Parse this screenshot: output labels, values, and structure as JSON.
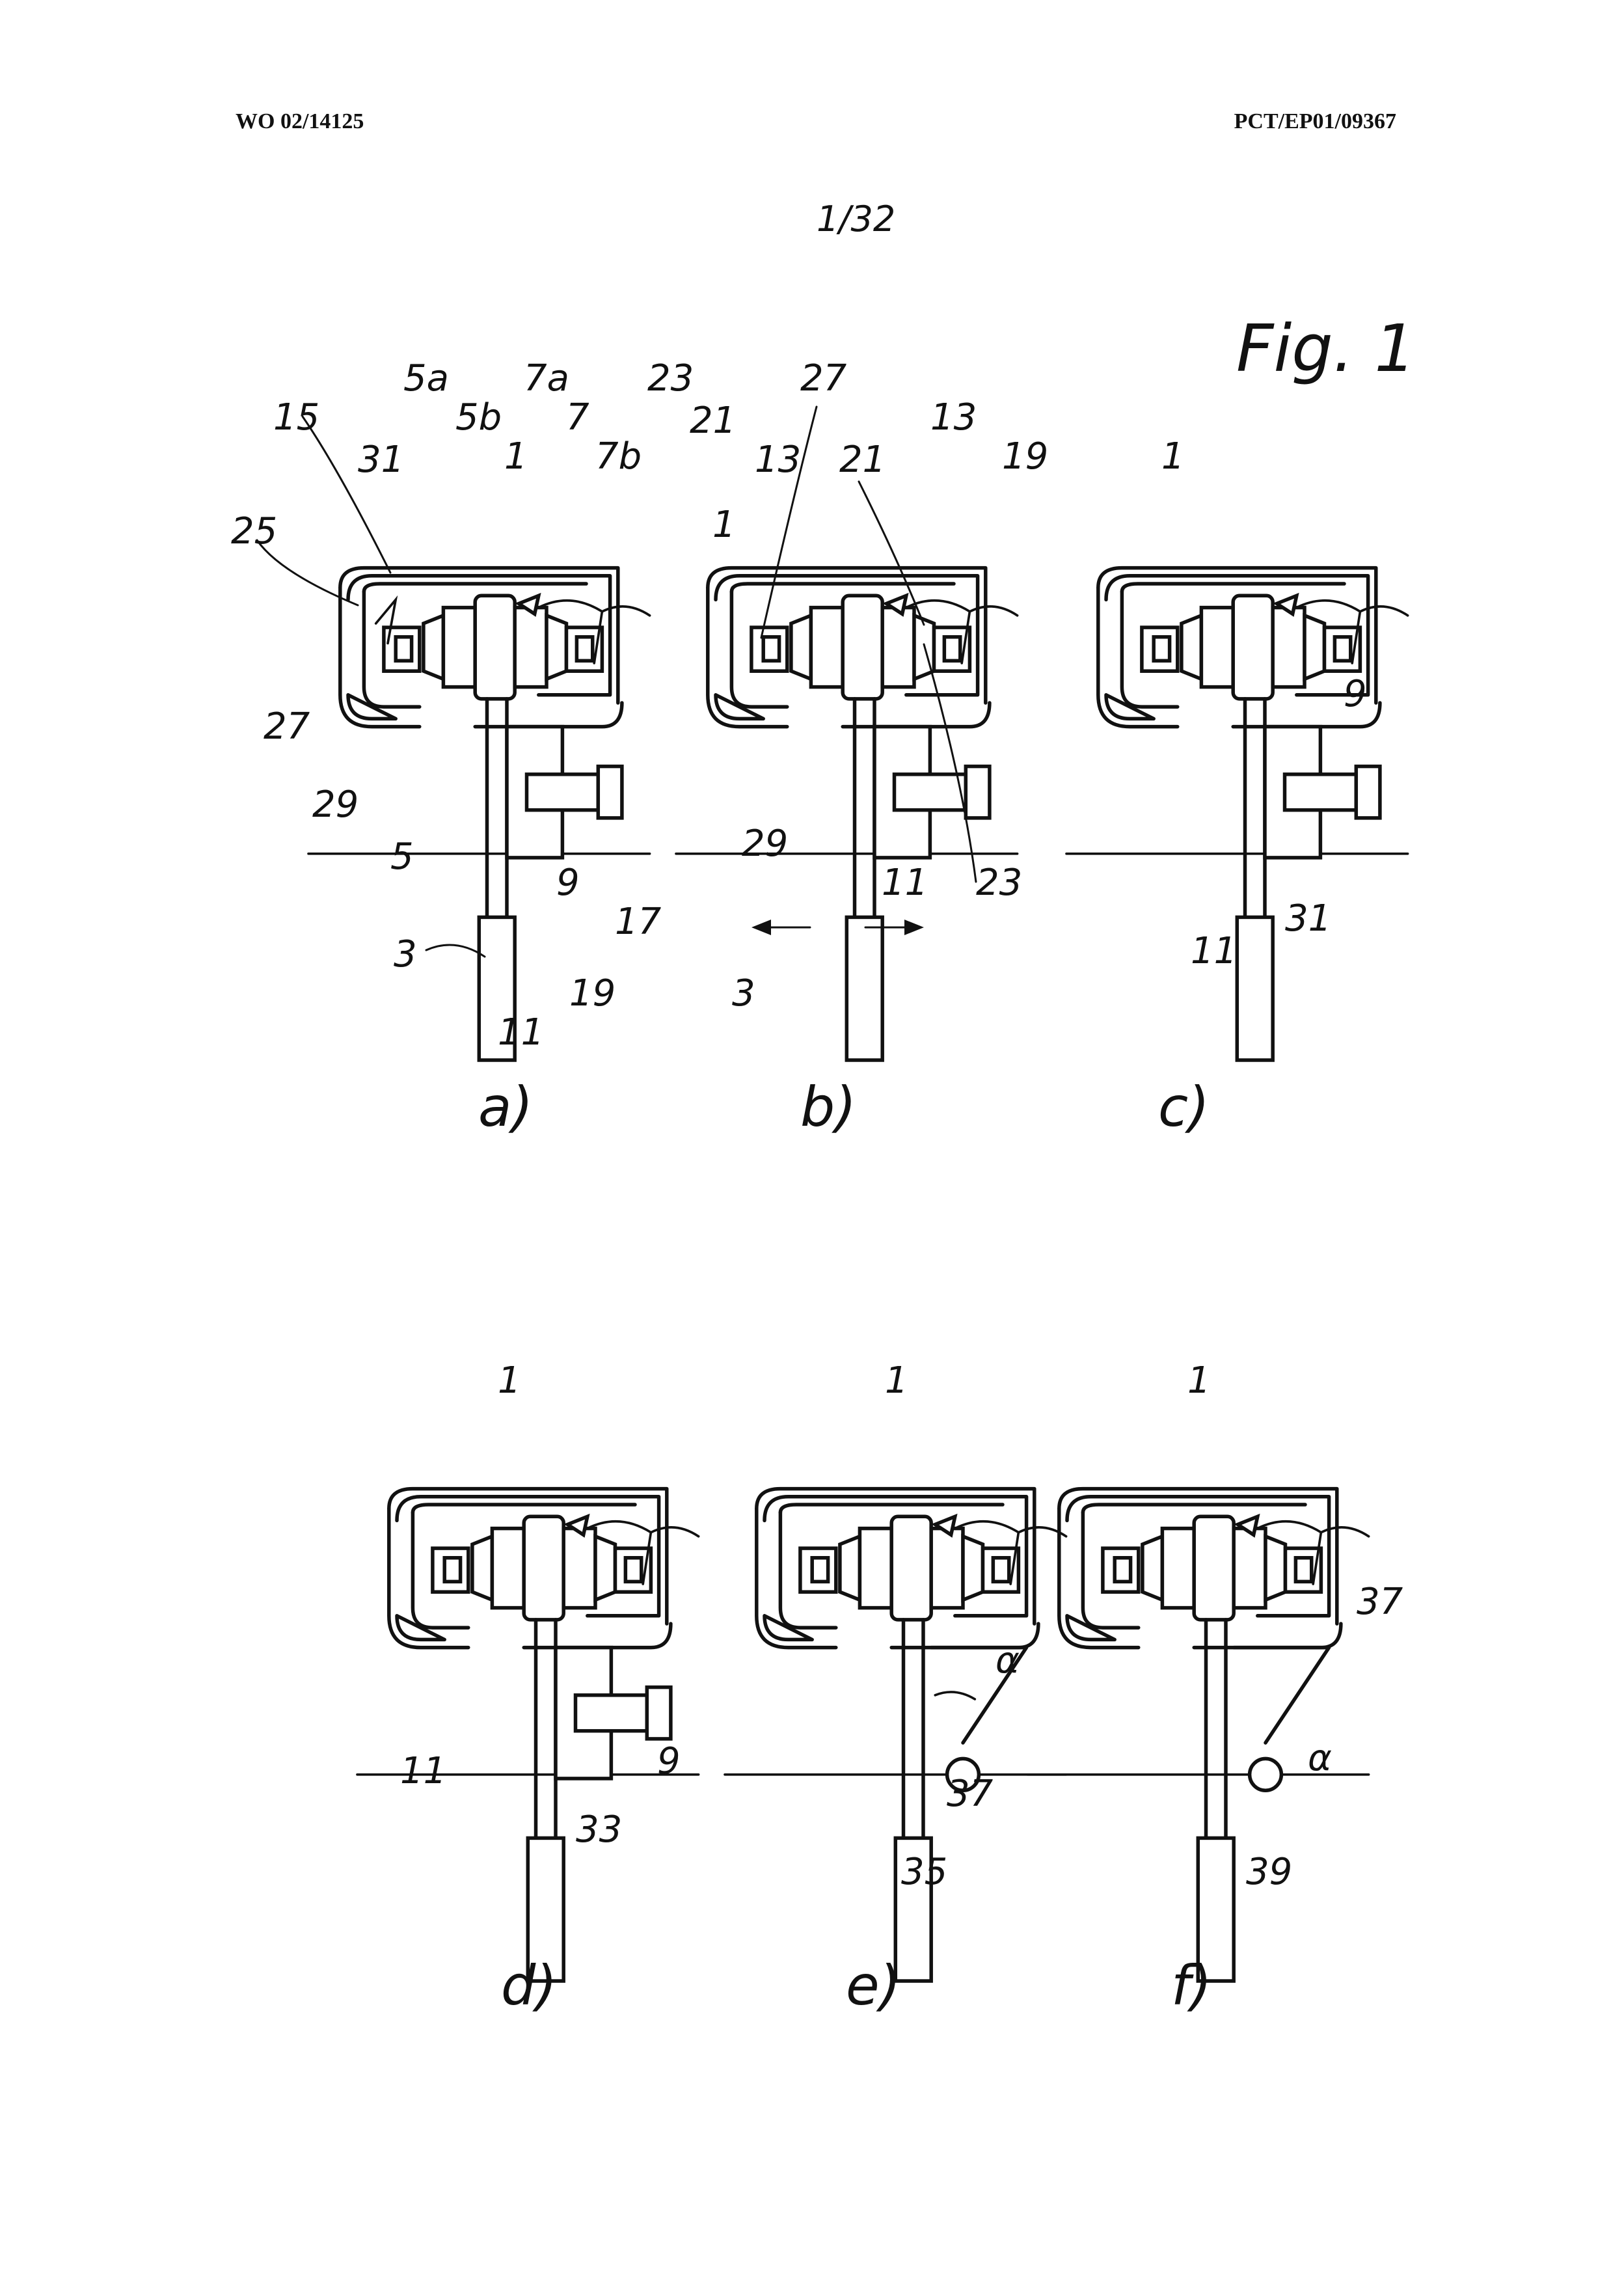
{
  "header": {
    "left": "WO 02/14125",
    "right": "PCT/EP01/09367"
  },
  "page_number": "1/32",
  "figure_title": "Fig. 1",
  "subfigures": {
    "a": "a)",
    "b": "b)",
    "c": "c)",
    "d": "d)",
    "e": "e)",
    "f": "f)"
  },
  "labels": {
    "a": [
      "15",
      "31",
      "5a",
      "5b",
      "1",
      "7a",
      "7",
      "7b",
      "23",
      "21",
      "13",
      "25",
      "27",
      "29",
      "5",
      "9",
      "17",
      "19",
      "3",
      "11"
    ],
    "b": [
      "1",
      "27",
      "21",
      "13",
      "19",
      "29",
      "11",
      "23",
      "3"
    ],
    "c": [
      "1",
      "9",
      "31",
      "11"
    ],
    "d": [
      "1",
      "11",
      "9",
      "33"
    ],
    "e": [
      "1",
      "α",
      "37",
      "35"
    ],
    "f": [
      "1",
      "37",
      "α",
      "39"
    ]
  }
}
